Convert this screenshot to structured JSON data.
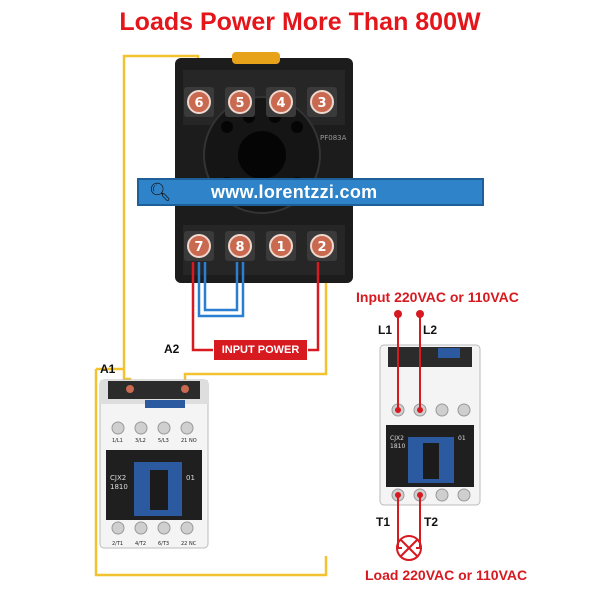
{
  "title": "Loads Power More Than 800W",
  "watermark": {
    "url": "www.lorentzzi.com",
    "icon": "magnifier-icon"
  },
  "relay_socket": {
    "top_terminals": [
      "6",
      "5",
      "4",
      "3"
    ],
    "bottom_terminals": [
      "7",
      "8",
      "1",
      "2"
    ],
    "model": "PF083A"
  },
  "input_power_label": "INPUT POWER",
  "contactor_left": {
    "coil_labels": [
      "A1",
      "A2"
    ],
    "model": "CJX2\n1810",
    "top_markings": [
      "1/L1",
      "3/L2",
      "5/L3",
      "21 NO"
    ],
    "bottom_markings": [
      "2/T1",
      "4/T2",
      "6/T3",
      "22 NC"
    ],
    "aux_label": "01"
  },
  "contactor_right": {
    "supply_labels": [
      "L1",
      "L2"
    ],
    "load_labels": [
      "T1",
      "T2"
    ],
    "model": "CJX2\n1810",
    "aux_label": "01"
  },
  "input_caption": "Input 220VAC or 110VAC",
  "load_caption": "Load 220VAC or 110VAC",
  "colors": {
    "title": "#e4161b",
    "wire_yellow": "#f2c230",
    "wire_blue": "#2a7fd0",
    "wire_red": "#d71920",
    "search_bar": "#2f83c8",
    "socket_body": "#1c1c1c",
    "terminal": "#c96a50"
  }
}
